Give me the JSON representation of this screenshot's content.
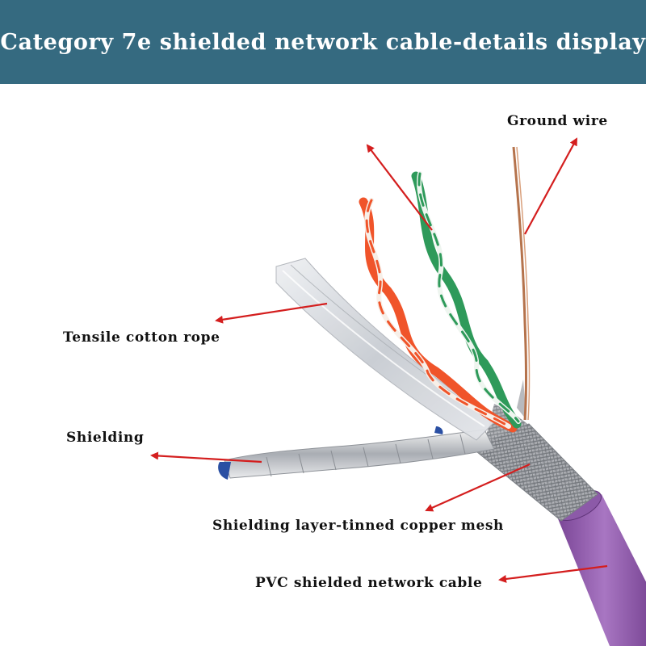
{
  "header": {
    "title": "Category 7e shielded network cable-details display"
  },
  "labels": {
    "ground_wire": "Ground wire",
    "tensile_cotton_rope": "Tensile cotton rope",
    "shielding": "Shielding",
    "copper_mesh": "Shielding layer-tinned copper mesh",
    "pvc_cable": "PVC shielded network cable"
  },
  "colors": {
    "banner": "#356a80",
    "arrow": "#d41e1e",
    "jacket": "#9a64b4",
    "orange_pair": "#f0542a",
    "green_pair": "#2e9a5a",
    "copper": "#b5734c"
  }
}
